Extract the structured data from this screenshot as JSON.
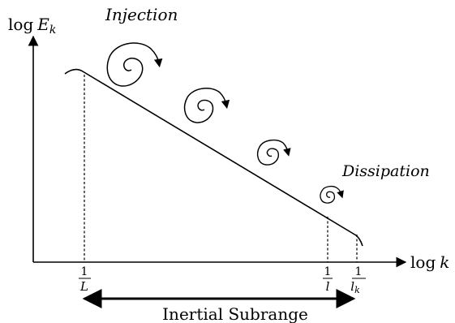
{
  "axes": {
    "y_label_prefix": "log",
    "y_label_var": "E",
    "y_label_sub": "k",
    "x_label_prefix": "log",
    "x_label_var": "k"
  },
  "labels": {
    "injection": "Injection",
    "dissipation": "Dissipation",
    "inertial_subrange": "Inertial Subrange"
  },
  "ticks": {
    "L": {
      "num": "1",
      "den": "L",
      "den_sub": ""
    },
    "l": {
      "num": "1",
      "den": "l",
      "den_sub": ""
    },
    "lk": {
      "num": "1",
      "den": "l",
      "den_sub": "k"
    }
  }
}
